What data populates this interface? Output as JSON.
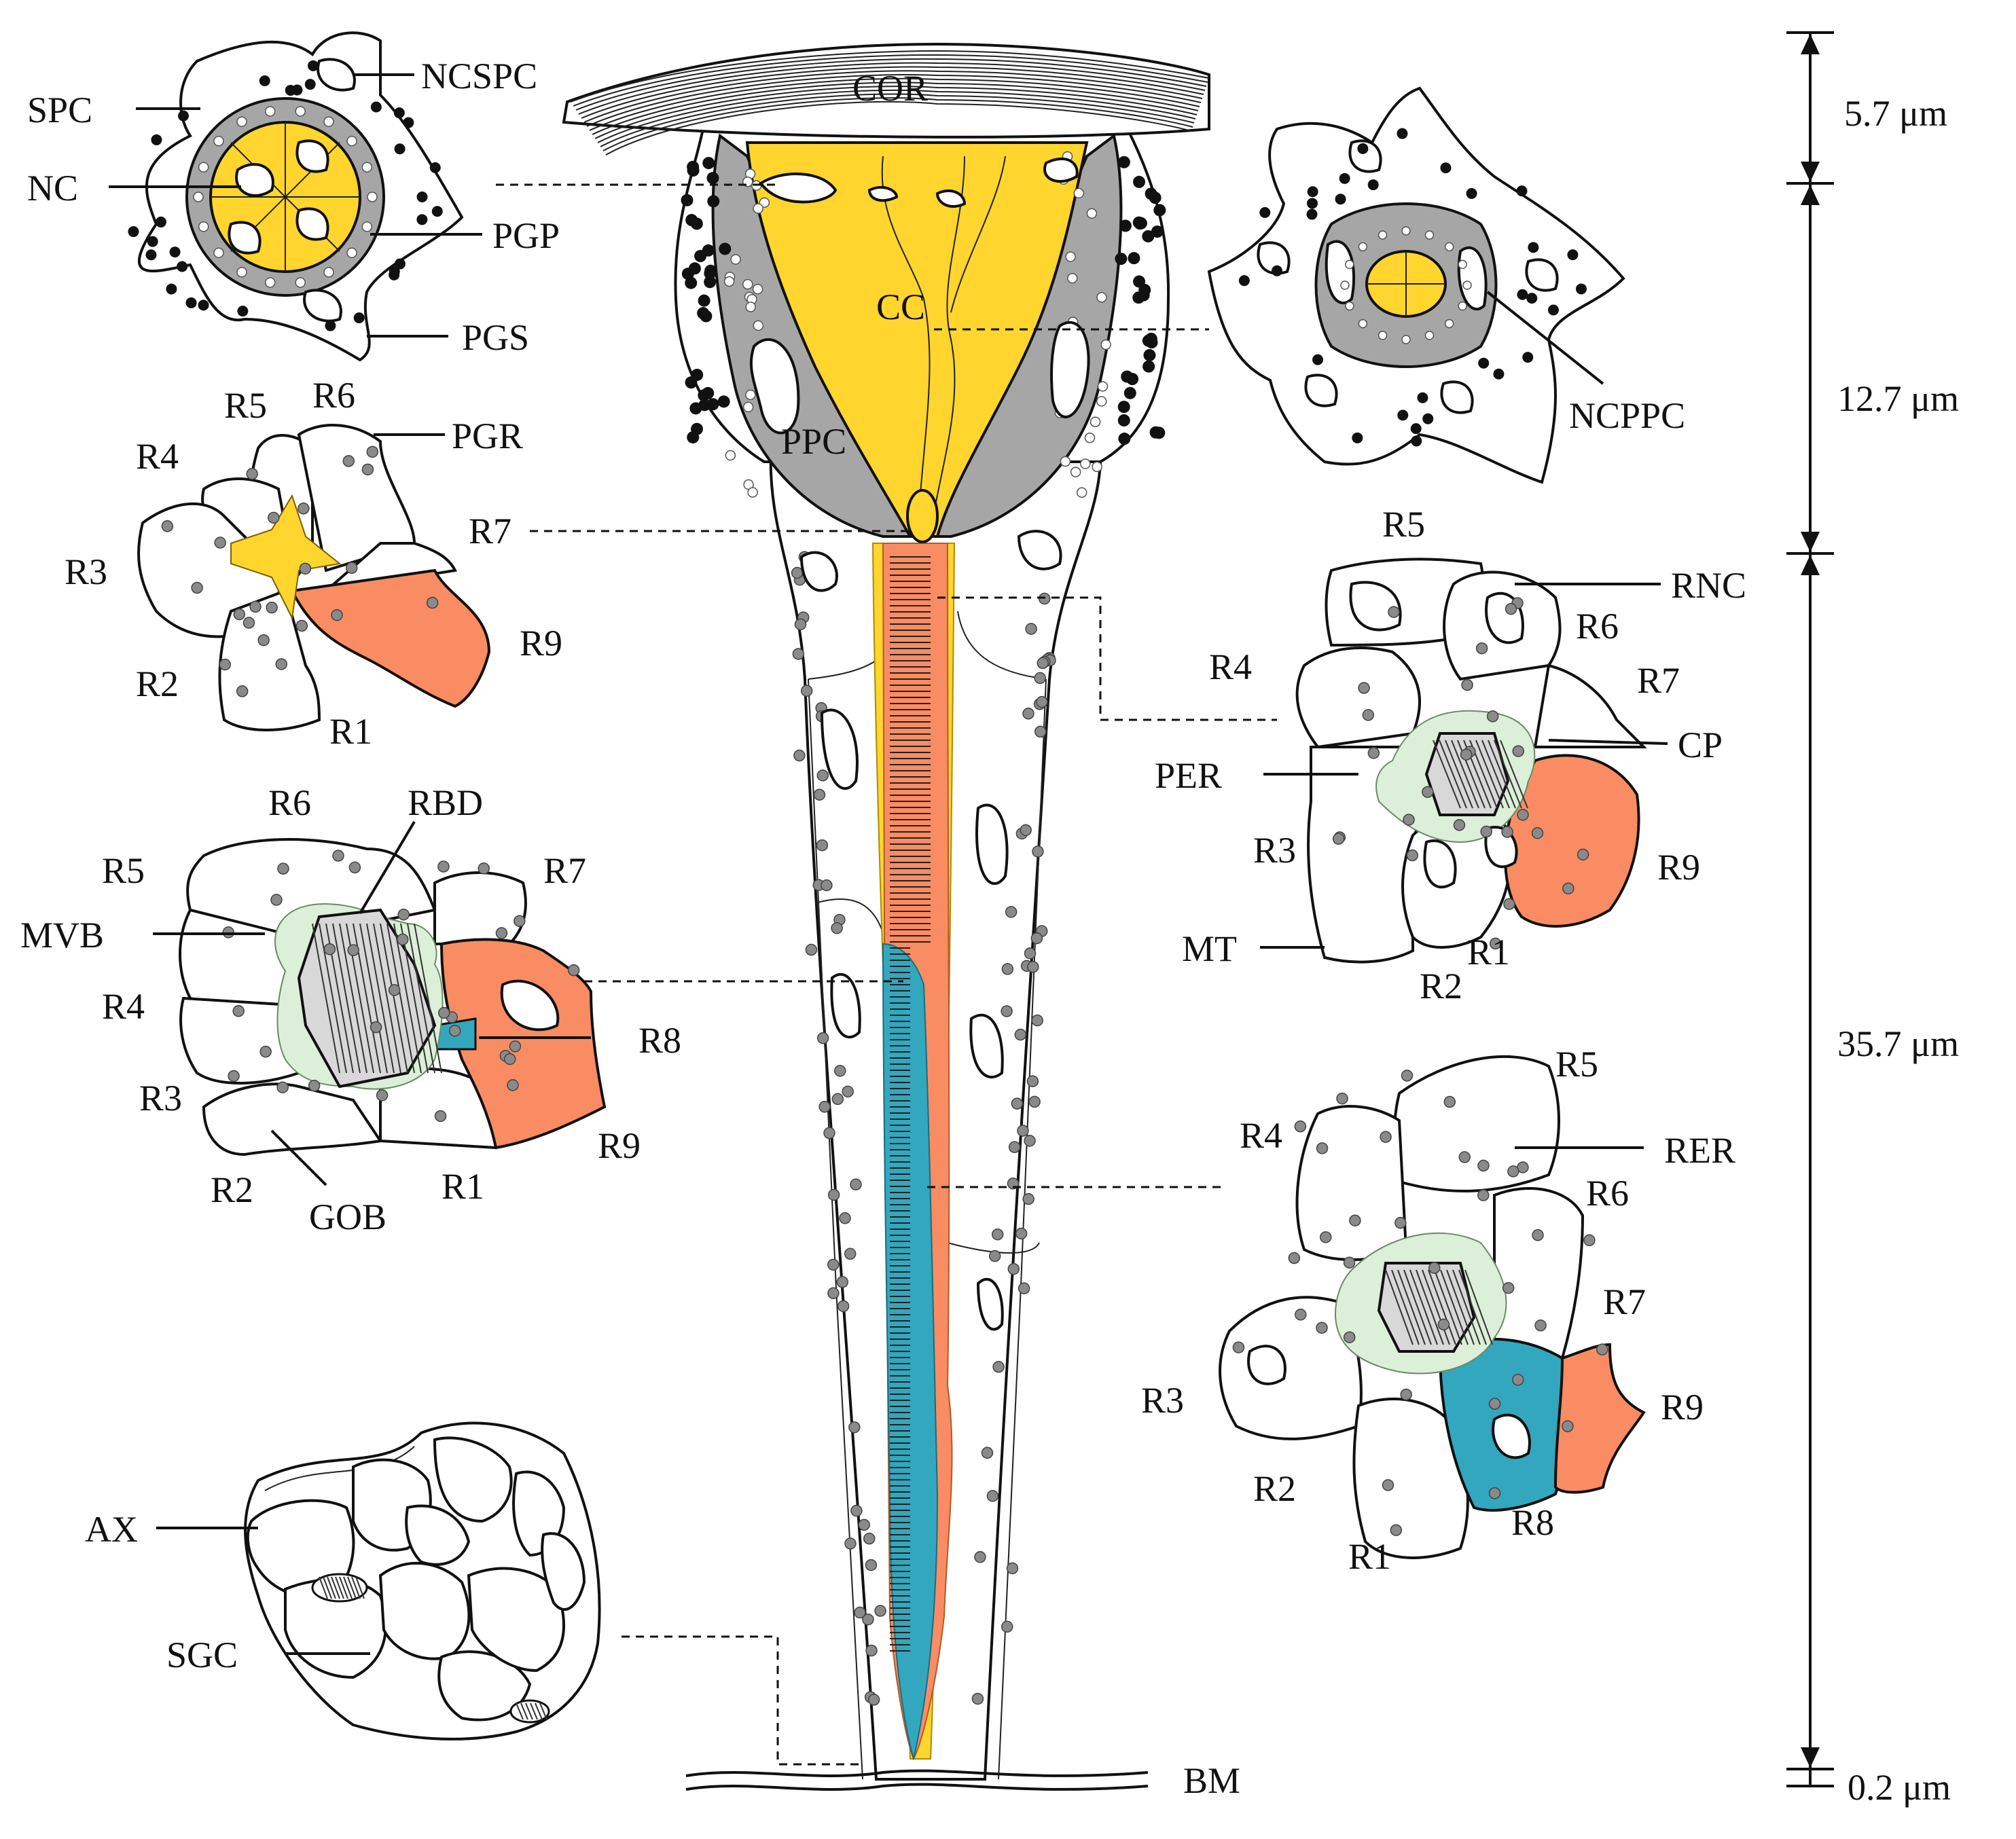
{
  "colors": {
    "yellow": "#ffd52e",
    "gray": "#a6a6a6",
    "orange": "#f98c62",
    "teal": "#33a7bd",
    "lightgreen": "#dcefd8",
    "black": "#111111"
  },
  "labels": {
    "cor": "COR",
    "cc": "CC",
    "ppc": "PPC",
    "bm": "BM",
    "spc": "SPC",
    "ncspc": "NCSPC",
    "nc": "NC",
    "pgp": "PGP",
    "pgs": "PGS",
    "ncppc": "NCPPC",
    "pgr": "PGR",
    "rbd": "RBD",
    "mvb": "MVB",
    "gob": "GOB",
    "rnc": "RNC",
    "cp": "CP",
    "per": "PER",
    "mt": "MT",
    "rer": "RER",
    "ax": "AX",
    "sgc": "SGC"
  },
  "cell_labels": {
    "r1": "R1",
    "r2": "R2",
    "r3": "R3",
    "r4": "R4",
    "r5": "R5",
    "r6": "R6",
    "r7": "R7",
    "r8": "R8",
    "r9": "R9"
  },
  "scale": {
    "seg1": "5.7 μm",
    "seg2": "12.7 μm",
    "seg3": "35.7 μm",
    "seg4": "0.2 μm"
  }
}
